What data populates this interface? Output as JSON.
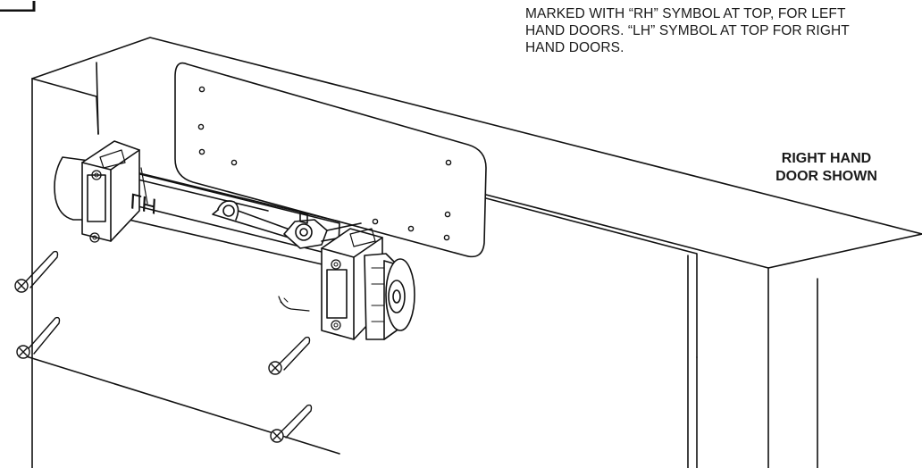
{
  "note": {
    "line1": "MARKED WITH “RH” SYMBOL AT TOP, FOR LEFT",
    "line2": "HAND DOORS. “LH” SYMBOL AT TOP FOR RIGHT",
    "line3": "HAND DOORS."
  },
  "caption": {
    "line1": "RIGHT HAND",
    "line2": "DOOR SHOWN"
  },
  "closer": {
    "symbol": "LH"
  }
}
